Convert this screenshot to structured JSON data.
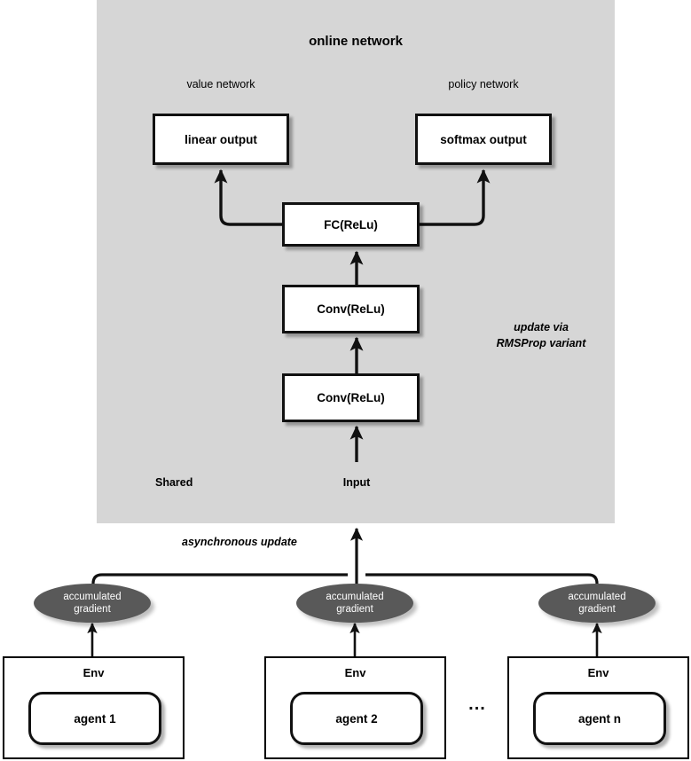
{
  "figure": {
    "panel_title": "online network",
    "panel_bg_color": "#d6d6d6",
    "shared_label": "Shared",
    "input_label": "Input",
    "update_note": "update via\nRMSProp variant",
    "async_label": "asynchronous update",
    "ellipsis": "...",
    "ellipse_color": "#595959",
    "box_fill_color": "#ffffff",
    "stroke_color": "#111111"
  },
  "branch_labels": {
    "value": "value network",
    "policy": "policy network"
  },
  "online_network": {
    "nodes": [
      {
        "id": "linear-output",
        "label": "linear output"
      },
      {
        "id": "softmax-output",
        "label": "softmax output"
      },
      {
        "id": "fc-relu",
        "label": "FC(ReLu)"
      },
      {
        "id": "conv-relu-2",
        "label": "Conv(ReLu)"
      },
      {
        "id": "conv-relu-1",
        "label": "Conv(ReLu)"
      }
    ]
  },
  "workers": [
    {
      "id": "worker-1",
      "gradient_label": "accumulated\ngradient",
      "env_label": "Env",
      "agent_label": "agent 1"
    },
    {
      "id": "worker-2",
      "gradient_label": "accumulated\ngradient",
      "env_label": "Env",
      "agent_label": "agent 2"
    },
    {
      "id": "worker-n",
      "gradient_label": "accumulated\ngradient",
      "env_label": "Env",
      "agent_label": "agent n"
    }
  ]
}
